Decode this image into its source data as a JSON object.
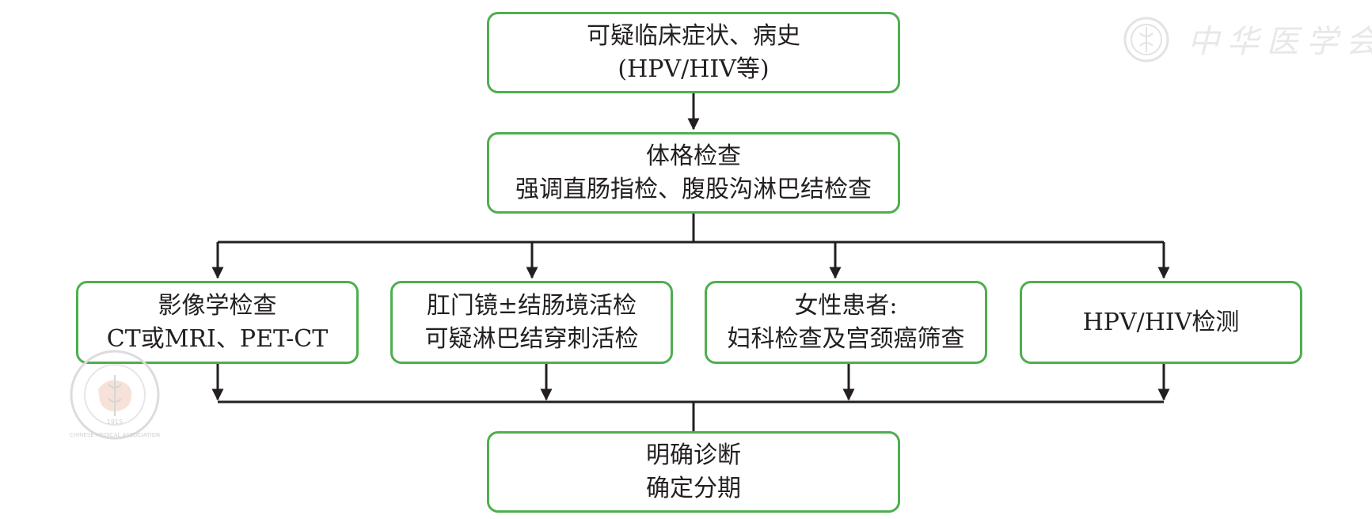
{
  "nodes": {
    "symptoms": {
      "line1": "可疑临床症状、病史",
      "line2": "(HPV/HIV等)"
    },
    "physical_exam": {
      "line1": "体格检查",
      "line2": "强调直肠指检、腹股沟淋巴结检查"
    },
    "imaging": {
      "line1": "影像学检查",
      "line2": "CT或MRI、PET-CT"
    },
    "endoscopy": {
      "line1": "肛门镜±结肠境活检",
      "line2": "可疑淋巴结穿刺活检"
    },
    "female": {
      "line1": "女性患者:",
      "line2": "妇科检查及宫颈癌筛查"
    },
    "hpv_hiv": {
      "line1": "HPV/HIV检测"
    },
    "diagnosis": {
      "line1": "明确诊断",
      "line2": "确定分期"
    }
  },
  "watermark": {
    "brand": "中华医学会",
    "seal": "CHINESE MEDICAL ASSOCIATION",
    "year": "1915"
  },
  "colors": {
    "box_border": "#4fae4f",
    "connector": "#231f20",
    "text": "#231f20",
    "watermark": "#d9d9d9"
  }
}
